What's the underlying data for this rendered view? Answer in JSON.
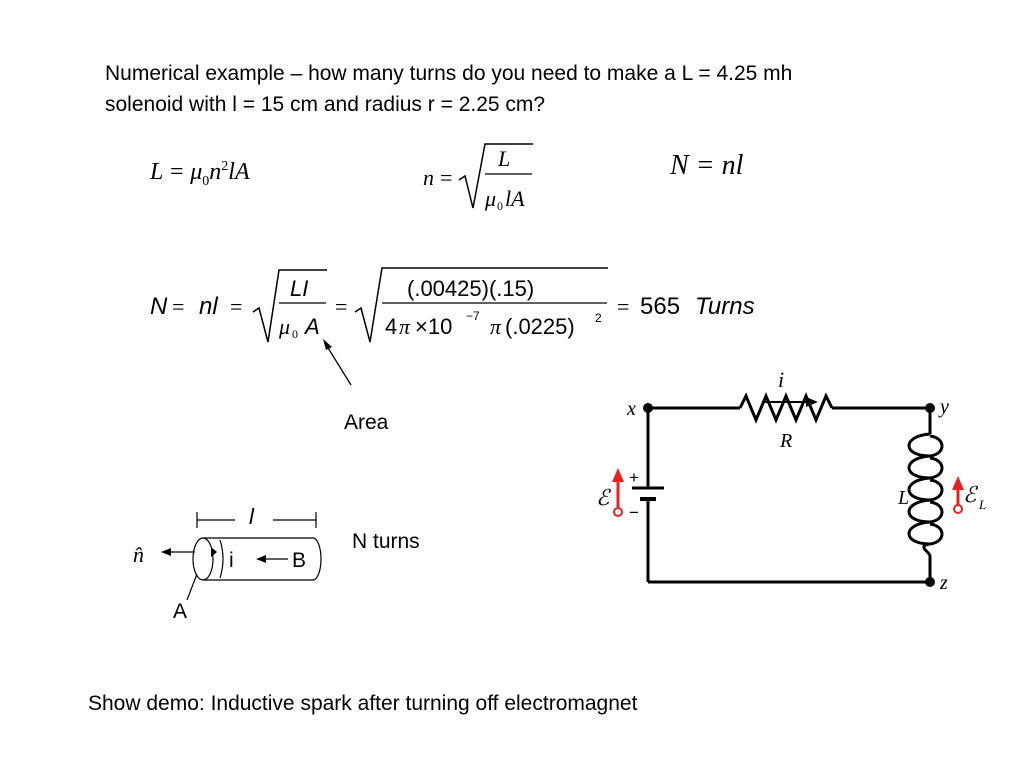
{
  "slide": {
    "question_line1": "Numerical example – how many turns do you need to make a L = 4.25 mh",
    "question_line2": "solenoid with l = 15 cm and radius   r = 2.25 cm?",
    "footer": "Show demo:  Inductive spark after turning off electromagnet"
  },
  "formula1": {
    "L": "L",
    "eq": "=",
    "mu": "μ",
    "mu_sub": "0",
    "n": "n",
    "n_exp": "2",
    "lA": "lA"
  },
  "formula2": {
    "n": "n",
    "eq": "=",
    "num": "L",
    "mu": "μ",
    "mu_sub": "0",
    "lA": "lA"
  },
  "formula3": {
    "text": "N = nl"
  },
  "formula_main": {
    "N": "N",
    "eq1": "=",
    "nl": "nl",
    "eq2": "=",
    "f1_num": "LI",
    "f1_mu": "μ",
    "f1_mu_sub": "0",
    "f1_A": "A",
    "eq3": "=",
    "f2_num": "(.00425)(.15)",
    "f2_den_a": "4",
    "f2_den_pi": "π",
    "f2_den_times": "×10",
    "f2_den_exp": "−7",
    "f2_den_pi2": "π",
    "f2_den_r": "(.0225)",
    "f2_den_sq": "2",
    "eq4": "=",
    "result": "565",
    "unit": "Turns"
  },
  "annotations": {
    "area": "Area",
    "n_turns": "N turns"
  },
  "solenoid": {
    "l": "l",
    "n_hat": "n̂",
    "i": "i",
    "B": "B",
    "A": "A"
  },
  "circuit": {
    "x": "x",
    "y": "y",
    "z": "z",
    "i": "i",
    "R": "R",
    "L": "L",
    "plus": "+",
    "minus": "−",
    "emf": "ℰ",
    "emf_L": "ℰ",
    "emf_L_sub": "L",
    "accent_red": "#e8201e"
  }
}
